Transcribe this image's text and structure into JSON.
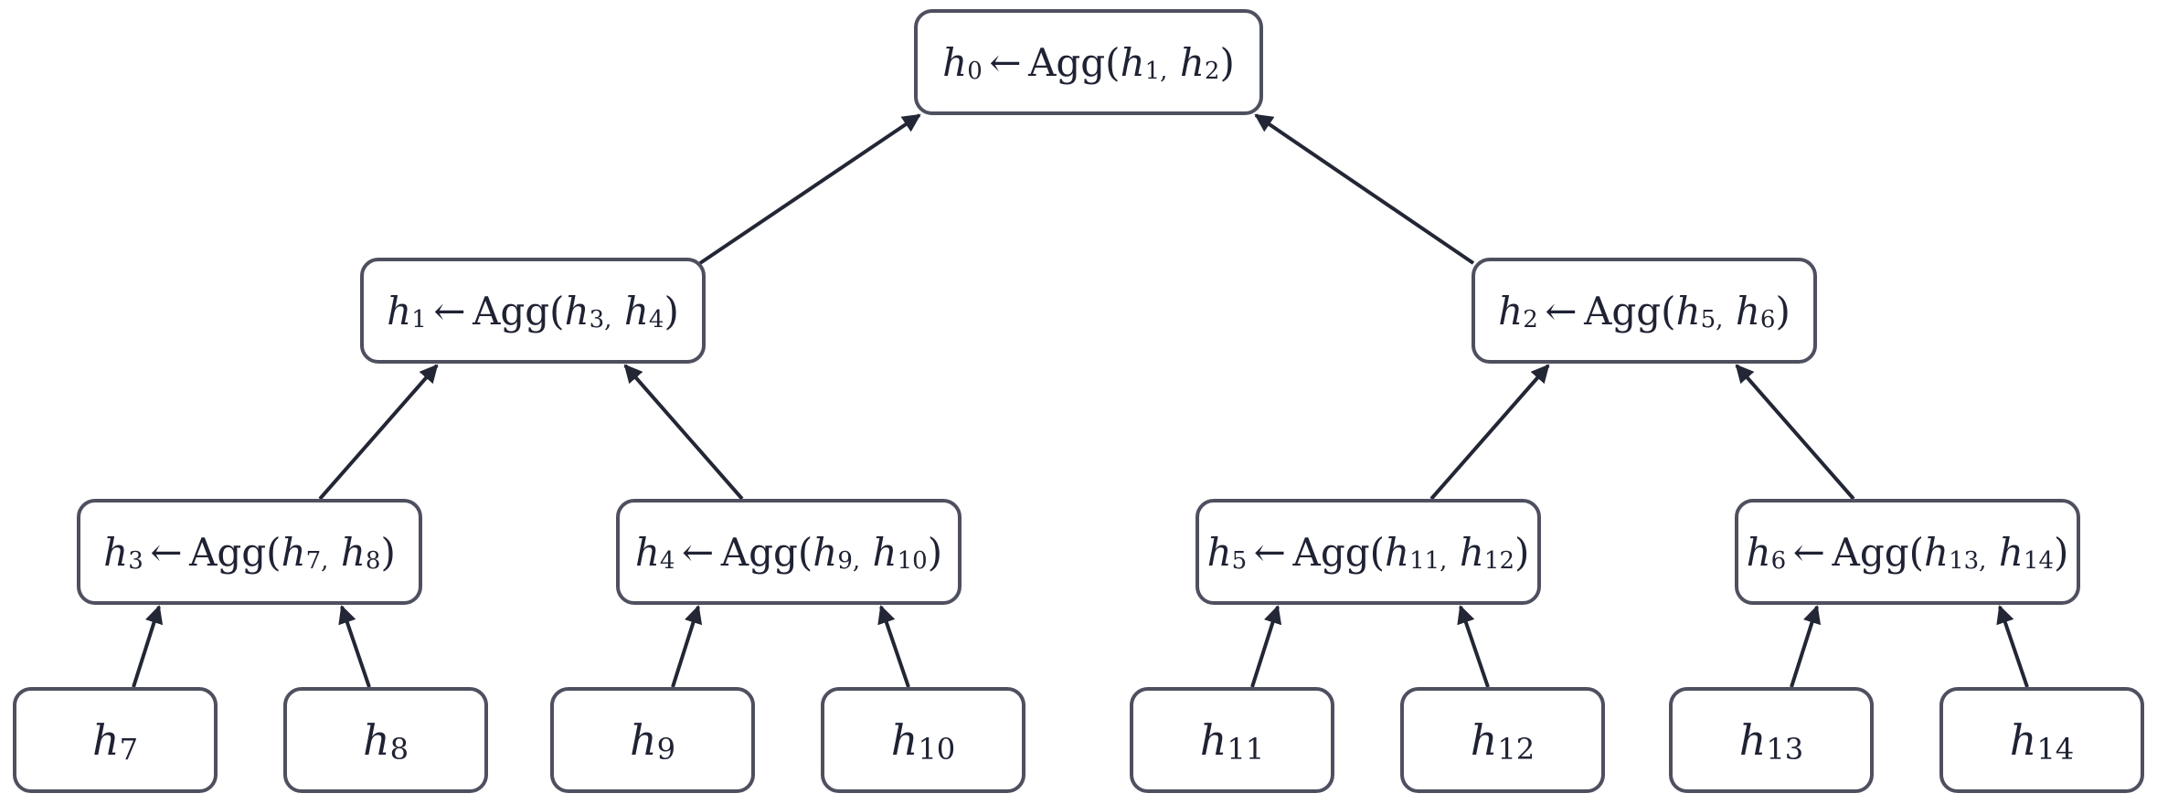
{
  "diagram": {
    "edge_color": "#232634",
    "border_color": "#4e505f",
    "nodes": [
      {
        "id": "h0",
        "var": "h",
        "sub": "0",
        "arrow": "←",
        "func": "Agg(",
        "a_var": "h",
        "a_sub": "1,",
        "b_var": "h",
        "b_sub": "2",
        "close": ")"
      },
      {
        "id": "h1",
        "var": "h",
        "sub": "1",
        "arrow": "←",
        "func": "Agg(",
        "a_var": "h",
        "a_sub": "3,",
        "b_var": "h",
        "b_sub": "4",
        "close": ")"
      },
      {
        "id": "h2",
        "var": "h",
        "sub": "2",
        "arrow": "←",
        "func": "Agg(",
        "a_var": "h",
        "a_sub": "5,",
        "b_var": "h",
        "b_sub": "6",
        "close": ")"
      },
      {
        "id": "h3",
        "var": "h",
        "sub": "3",
        "arrow": "←",
        "func": "Agg(",
        "a_var": "h",
        "a_sub": "7,",
        "b_var": "h",
        "b_sub": "8",
        "close": ")"
      },
      {
        "id": "h4",
        "var": "h",
        "sub": "4",
        "arrow": "←",
        "func": "Agg(",
        "a_var": "h",
        "a_sub": "9,",
        "b_var": "h",
        "b_sub": "10",
        "close": ")"
      },
      {
        "id": "h5",
        "var": "h",
        "sub": "5",
        "arrow": "←",
        "func": "Agg(",
        "a_var": "h",
        "a_sub": "11,",
        "b_var": "h",
        "b_sub": "12",
        "close": ")"
      },
      {
        "id": "h6",
        "var": "h",
        "sub": "6",
        "arrow": "←",
        "func": "Agg(",
        "a_var": "h",
        "a_sub": "13,",
        "b_var": "h",
        "b_sub": "14",
        "close": ")"
      }
    ],
    "leaves": [
      {
        "id": "h7",
        "var": "h",
        "sub": "7"
      },
      {
        "id": "h8",
        "var": "h",
        "sub": "8"
      },
      {
        "id": "h9",
        "var": "h",
        "sub": "9"
      },
      {
        "id": "h10",
        "var": "h",
        "sub": "10"
      },
      {
        "id": "h11",
        "var": "h",
        "sub": "11"
      },
      {
        "id": "h12",
        "var": "h",
        "sub": "12"
      },
      {
        "id": "h13",
        "var": "h",
        "sub": "13"
      },
      {
        "id": "h14",
        "var": "h",
        "sub": "14"
      }
    ]
  }
}
